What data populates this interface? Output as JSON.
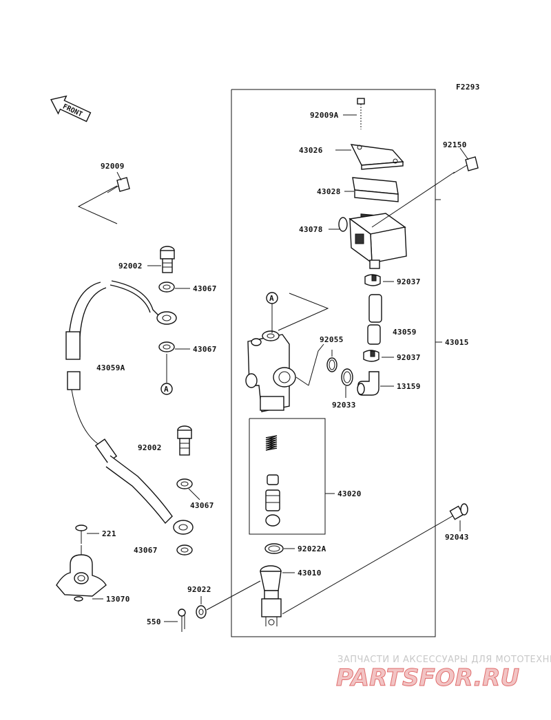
{
  "diagram": {
    "figure_id": "F2293",
    "front_label": "FRONT",
    "ref_marker": "A",
    "parts": {
      "p92009A": "92009A",
      "p43026": "43026",
      "p92150": "92150",
      "p43028": "43028",
      "p43078": "43078",
      "p92009": "92009",
      "p92002a": "92002",
      "p43067a": "43067",
      "p92037a": "92037",
      "p43059": "43059",
      "p92055": "92055",
      "p43015": "43015",
      "p43067b": "43067",
      "p92037b": "92037",
      "p43059A": "43059A",
      "p13159": "13159",
      "p92033": "92033",
      "p92002b": "92002",
      "p43020": "43020",
      "p43067c": "43067",
      "p221": "221",
      "p92043": "92043",
      "p43067d": "43067",
      "p92022A": "92022A",
      "p43010": "43010",
      "p92022": "92022",
      "p13070": "13070",
      "p550": "550"
    }
  },
  "watermark": {
    "tagline": "ЗАПЧАСТИ И АКСЕССУАРЫ ДЛЯ МОТОТЕХНИКИ",
    "brand": "PARTSFOR.RU"
  }
}
